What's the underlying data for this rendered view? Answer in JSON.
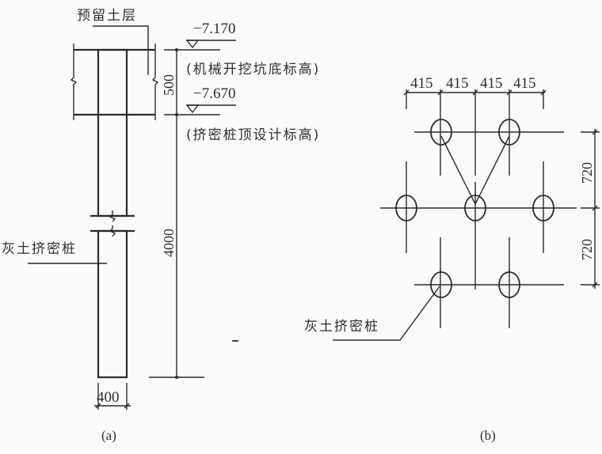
{
  "figure_a": {
    "caption": "(a)",
    "reserved_soil_label": "预留土层",
    "elevation_top": "−7.170",
    "elevation_top_note": "(机械开挖坑底标高)",
    "elevation_pile_top": "−7.670",
    "elevation_pile_top_note": "(挤密桩顶设计标高)",
    "dim_reserved_layer": "500",
    "dim_pile_length": "4000",
    "dim_pile_diameter": "400",
    "pile_label": "灰土挤密桩"
  },
  "figure_b": {
    "caption": "(b)",
    "horizontal_spacing": [
      "415",
      "415",
      "415",
      "415"
    ],
    "vertical_spacing": [
      "720",
      "720"
    ],
    "pile_label": "灰土挤密桩"
  },
  "colors": {
    "line": "#2b2b2b",
    "background": "#fbfbfa"
  }
}
